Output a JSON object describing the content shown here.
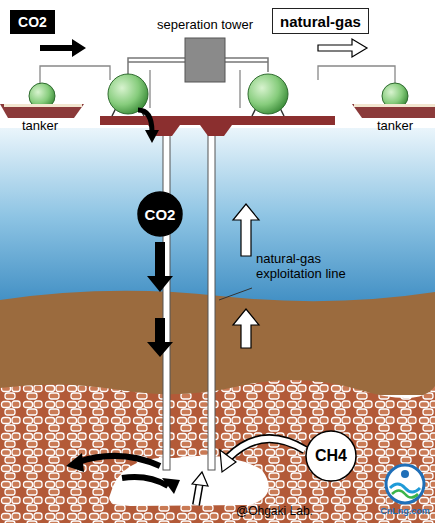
{
  "diagram": {
    "nodes": [
      {
        "text": [
          "CO2"
        ]
      },
      {
        "text": [
          "natural-gas"
        ]
      },
      {
        "text": [
          "CO2"
        ]
      },
      {
        "text": [
          "CH4"
        ]
      }
    ],
    "labels": [
      "seperation tower",
      "tanker",
      "tanker",
      "natural-gas exploitation line",
      "@Ohgaki Lab.",
      "CnLng.com"
    ]
  }
}
